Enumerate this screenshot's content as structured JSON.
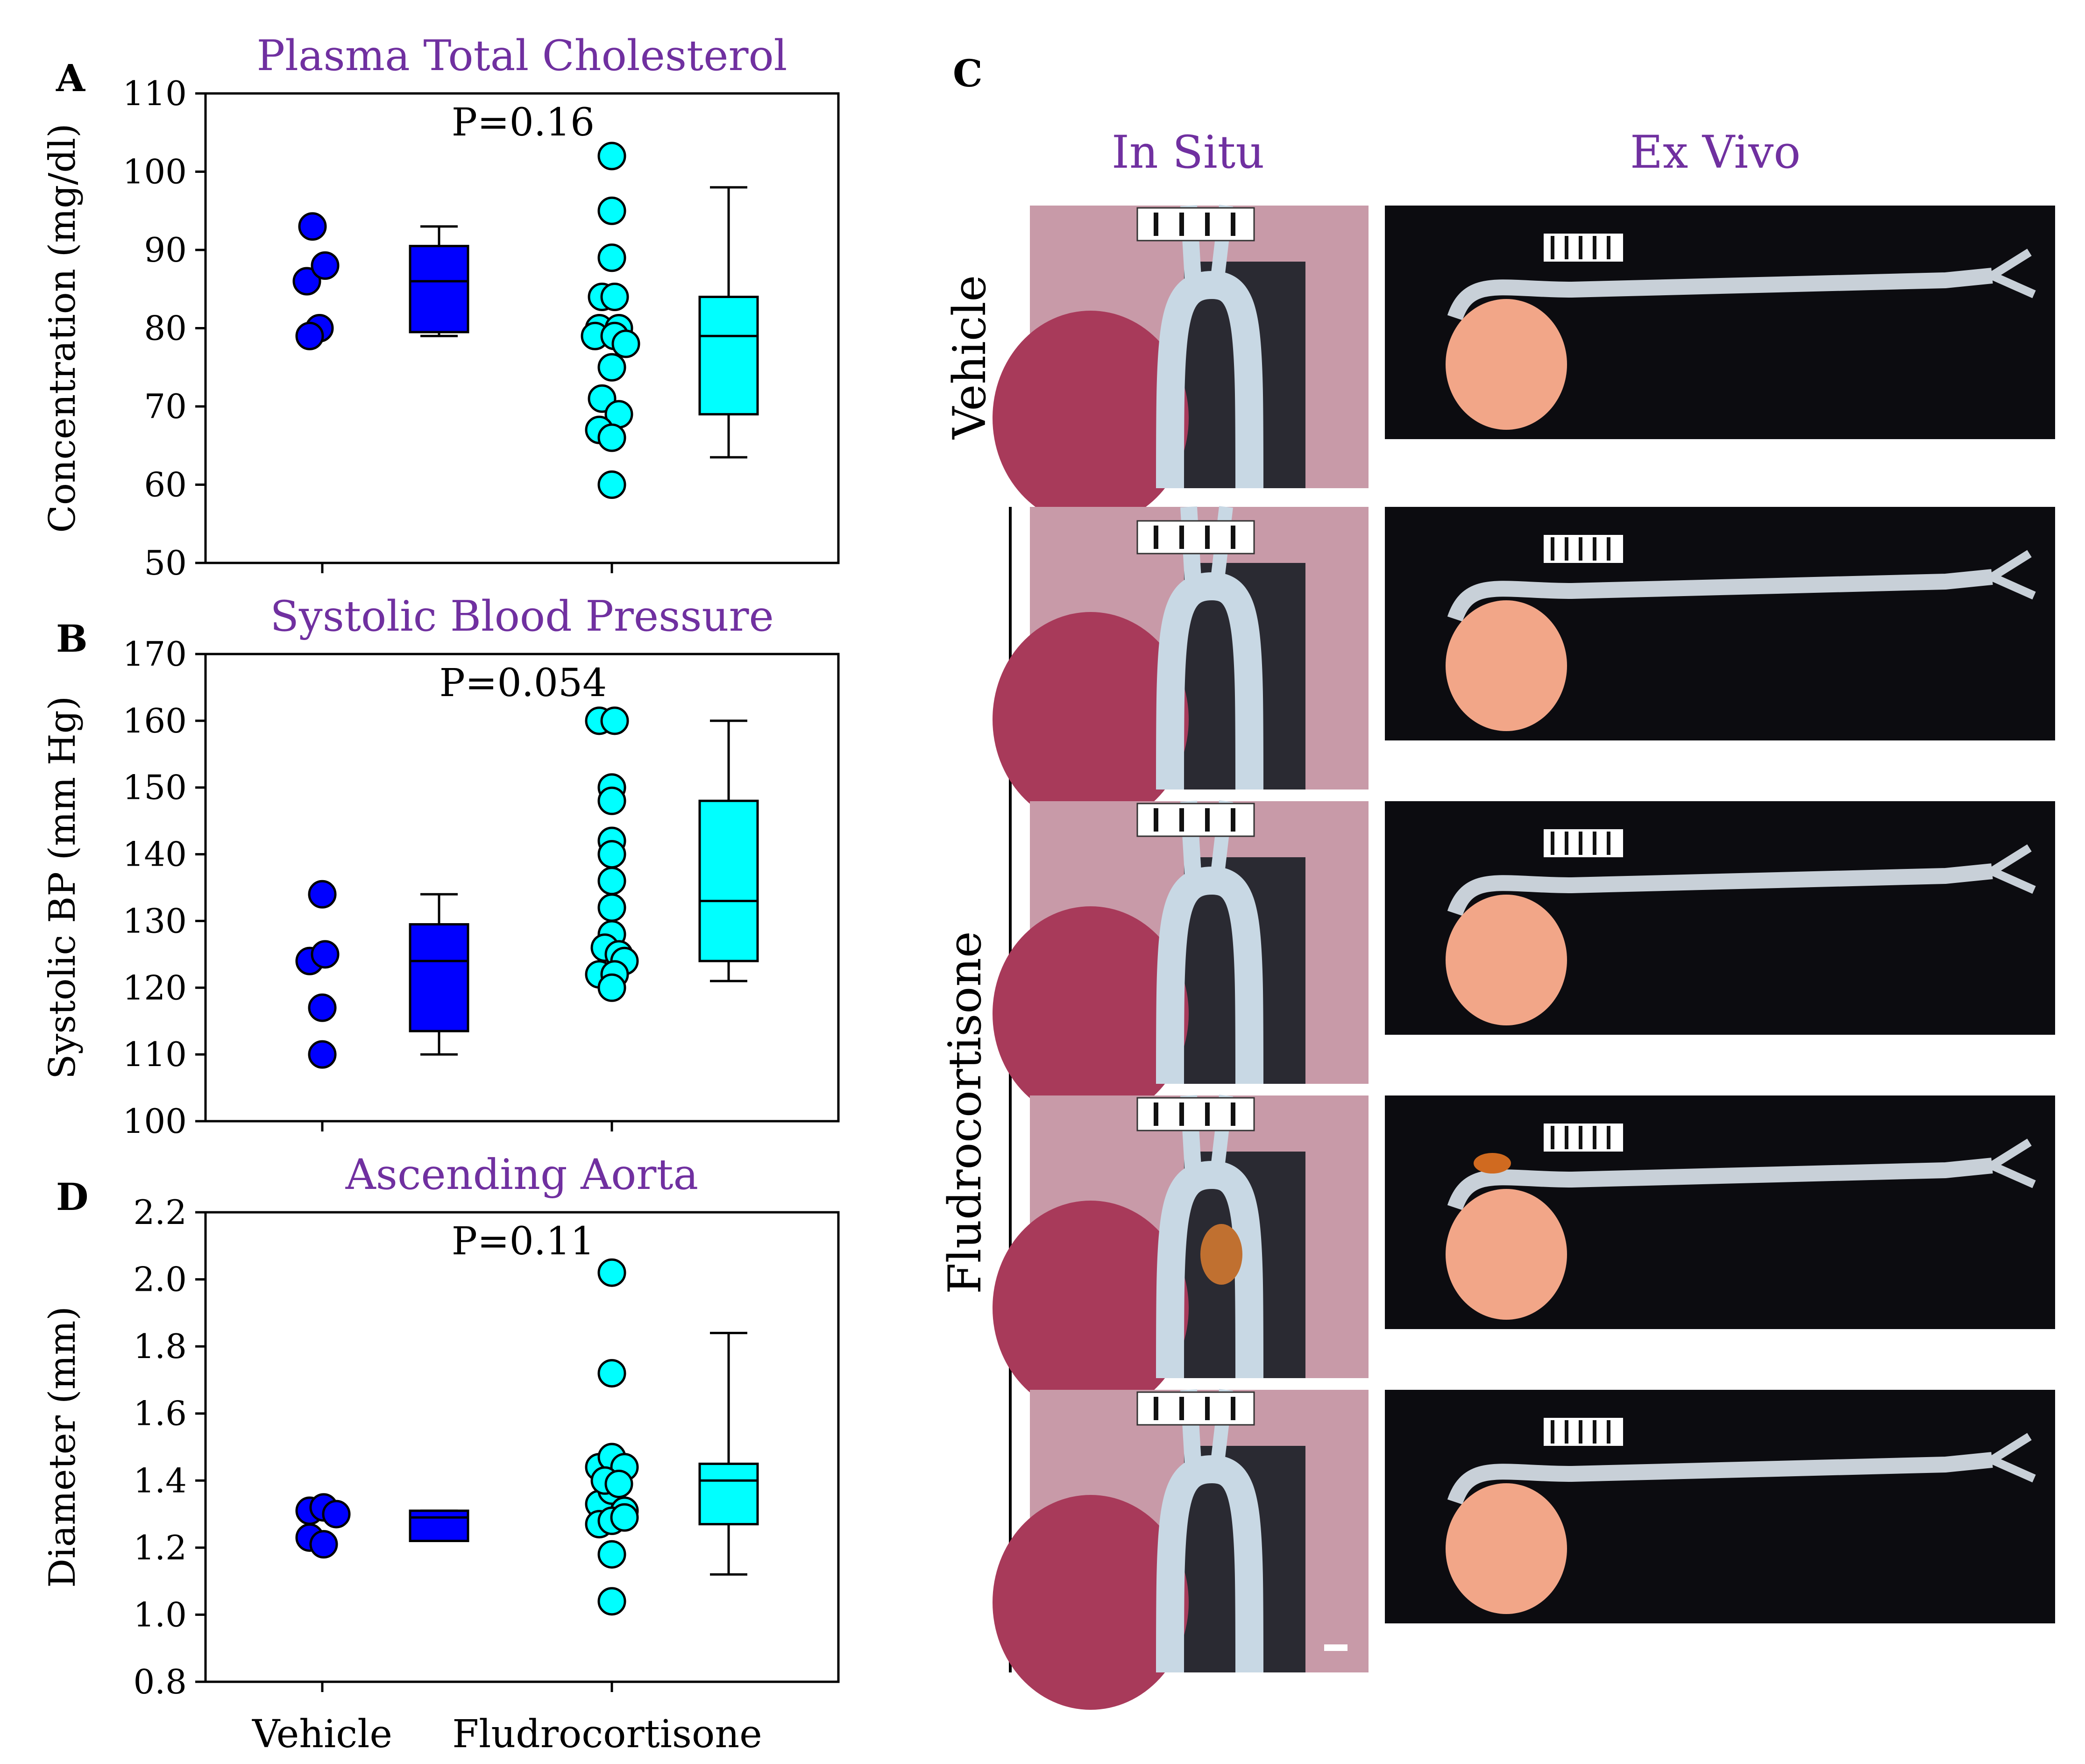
{
  "panels": {
    "a_letter": "A",
    "b_letter": "B",
    "c_letter": "C",
    "d_letter": "D"
  },
  "photos": {
    "col_in_situ": "In Situ",
    "col_ex_vivo": "Ex Vivo",
    "row_vehicle": "Vehicle",
    "row_fludro": "Fludrocortisone"
  },
  "x_categories": [
    "Vehicle",
    "Fludrocortisone"
  ],
  "colors": {
    "vehicle": "#0000ff",
    "fludro": "#00ffff",
    "title": "#7030a0"
  },
  "chart_data": [
    {
      "id": "A",
      "type": "scatter",
      "title": "Plasma Total Cholesterol",
      "ylabel": "Concentration (mg/dl)",
      "ylim": [
        50,
        110
      ],
      "yticks": [
        50,
        60,
        70,
        80,
        90,
        100,
        110
      ],
      "annotation": "P=0.16",
      "categories": [
        "Vehicle",
        "Fludrocortisone"
      ],
      "points": {
        "vehicle": [
          [
            -0.07,
            93
          ],
          [
            -0.11,
            86
          ],
          [
            0.02,
            88
          ],
          [
            -0.02,
            80
          ],
          [
            -0.09,
            79
          ]
        ],
        "fludro": [
          [
            0,
            102
          ],
          [
            0,
            95
          ],
          [
            0,
            89
          ],
          [
            -0.07,
            84
          ],
          [
            0.02,
            84
          ],
          [
            -0.09,
            80
          ],
          [
            0.05,
            80
          ],
          [
            -0.12,
            79
          ],
          [
            0.02,
            79
          ],
          [
            0.1,
            78
          ],
          [
            0,
            75
          ],
          [
            -0.07,
            71
          ],
          [
            0.05,
            69
          ],
          [
            -0.09,
            67
          ],
          [
            0,
            66
          ],
          [
            0,
            60
          ]
        ]
      },
      "box": {
        "vehicle": {
          "min": 79,
          "q1": 79.5,
          "median": 86,
          "q3": 90.5,
          "max": 93
        },
        "fludro": {
          "min": 63.5,
          "q1": 69,
          "median": 79,
          "q3": 84,
          "max": 98
        }
      }
    },
    {
      "id": "B",
      "type": "scatter",
      "title": "Systolic Blood Pressure",
      "ylabel": "Systolic BP (mm Hg)",
      "ylim": [
        100,
        170
      ],
      "yticks": [
        100,
        110,
        120,
        130,
        140,
        150,
        160,
        170
      ],
      "annotation": "P=0.054",
      "categories": [
        "Vehicle",
        "Fludrocortisone"
      ],
      "points": {
        "vehicle": [
          [
            0,
            134
          ],
          [
            -0.09,
            124
          ],
          [
            0.02,
            125
          ],
          [
            0,
            117
          ],
          [
            0,
            110
          ]
        ],
        "fludro": [
          [
            -0.09,
            160
          ],
          [
            0.02,
            160
          ],
          [
            0,
            150
          ],
          [
            0,
            148
          ],
          [
            0,
            142
          ],
          [
            0,
            140
          ],
          [
            0,
            136
          ],
          [
            0,
            132
          ],
          [
            0,
            128
          ],
          [
            -0.05,
            126
          ],
          [
            0.05,
            125
          ],
          [
            0.09,
            124
          ],
          [
            -0.09,
            122
          ],
          [
            0.02,
            122
          ],
          [
            0,
            120
          ]
        ]
      },
      "box": {
        "vehicle": {
          "min": 110,
          "q1": 113.5,
          "median": 124,
          "q3": 129.5,
          "max": 134
        },
        "fludro": {
          "min": 121,
          "q1": 124,
          "median": 133,
          "q3": 148,
          "max": 160
        }
      }
    },
    {
      "id": "D",
      "type": "scatter",
      "title": "Ascending Aorta",
      "ylabel": "Diameter (mm)",
      "ylim": [
        0.8,
        2.2
      ],
      "yticks": [
        "0.8",
        "1.0",
        "1.2",
        "1.4",
        "1.6",
        "1.8",
        "2.0",
        "2.2"
      ],
      "annotation": "P=0.11",
      "categories": [
        "Vehicle",
        "Fludrocortisone"
      ],
      "points": {
        "vehicle": [
          [
            -0.09,
            1.31
          ],
          [
            0.01,
            1.32
          ],
          [
            0.1,
            1.3
          ],
          [
            -0.09,
            1.23
          ],
          [
            0.01,
            1.21
          ]
        ],
        "fludro": [
          [
            0,
            2.02
          ],
          [
            0,
            1.72
          ],
          [
            -0.09,
            1.44
          ],
          [
            0,
            1.47
          ],
          [
            0.09,
            1.44
          ],
          [
            -0.09,
            1.33
          ],
          [
            0,
            1.37
          ],
          [
            0.09,
            1.31
          ],
          [
            -0.09,
            1.27
          ],
          [
            0,
            1.28
          ],
          [
            0.09,
            1.29
          ],
          [
            -0.05,
            1.4
          ],
          [
            0.05,
            1.39
          ],
          [
            0,
            1.18
          ],
          [
            0,
            1.04
          ]
        ]
      },
      "box": {
        "vehicle": {
          "min": 1.22,
          "q1": 1.22,
          "median": 1.29,
          "q3": 1.31,
          "max": 1.31
        },
        "fludro": {
          "min": 1.12,
          "q1": 1.27,
          "median": 1.4,
          "q3": 1.45,
          "max": 1.84
        }
      }
    }
  ]
}
